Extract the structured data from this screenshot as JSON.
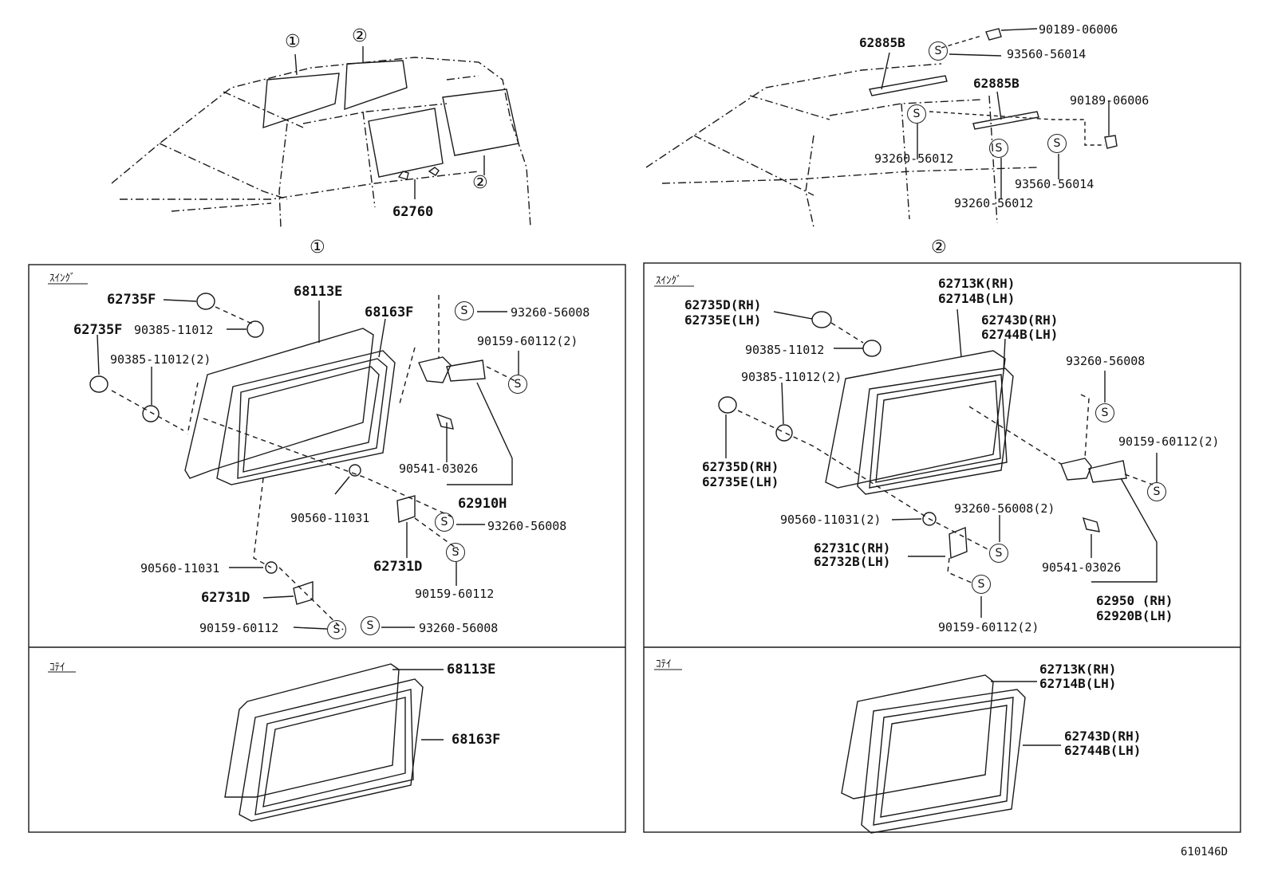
{
  "top_left": {
    "callout_1": "①",
    "callout_2a": "②",
    "callout_2b": "②",
    "part_62760": "62760"
  },
  "top_right": {
    "p_90189_a": "90189-06006",
    "p_62885b_a": "62885B",
    "p_93560_a": "93560-56014",
    "p_62885b_b": "62885B",
    "p_90189_b": "90189-06006",
    "p_93260_a": "93260-56012",
    "p_93560_b": "93560-56014",
    "p_93260_b": "93260-56012"
  },
  "section_markers": {
    "m1": "①",
    "m2": "②"
  },
  "panel1": {
    "swing_tag": "ｽｲﾝｸﾞ",
    "fixed_tag": "ｺﾃｲ",
    "l_62735f_a": "62735F",
    "l_68113e": "68113E",
    "l_68163f": "68163F",
    "l_62735f_b": "62735F",
    "l_90385_a": "90385-11012",
    "l_90385_b": "90385-11012(2)",
    "l_93260_a": "93260-56008",
    "l_90159_a": "90159-60112(2)",
    "l_90541": "90541-03026",
    "l_62910h": "62910H",
    "l_90560_a": "90560-11031",
    "l_93260_b": "93260-56008",
    "l_62731d_a": "62731D",
    "l_90159_b": "90159-60112",
    "l_90560_b": "90560-11031",
    "l_62731d_b": "62731D",
    "l_90159_c": "90159-60112",
    "l_93260_c": "93260-56008",
    "f_68113e": "68113E",
    "f_68163f": "68163F"
  },
  "panel2": {
    "swing_tag": "ｽｲﾝｸﾞ",
    "fixed_tag": "ｺﾃｲ",
    "l_62713k": "62713K(RH)",
    "l_62714b": "62714B(LH)",
    "l_62735d_a": "62735D(RH)",
    "l_62735e_a": "62735E(LH)",
    "l_62743d": "62743D(RH)",
    "l_62744b": "62744B(LH)",
    "l_90385_a": "90385-11012",
    "l_93260_a": "93260-56008",
    "l_90385_b": "90385-11012(2)",
    "l_90159_a": "90159-60112(2)",
    "l_62735d_b": "62735D(RH)",
    "l_62735e_b": "62735E(LH)",
    "l_93260_b": "93260-56008(2)",
    "l_90560": "90560-11031(2)",
    "l_62731c": "62731C(RH)",
    "l_62732b": "62732B(LH)",
    "l_90541": "90541-03026",
    "l_62950": "62950  (RH)",
    "l_62920b": "62920B(LH)",
    "l_90159_b": "90159-60112(2)",
    "f_62713k": "62713K(RH)",
    "f_62714b": "62714B(LH)",
    "f_62743d": "62743D(RH)",
    "f_62744b": "62744B(LH)"
  },
  "figure_id": "610146D"
}
